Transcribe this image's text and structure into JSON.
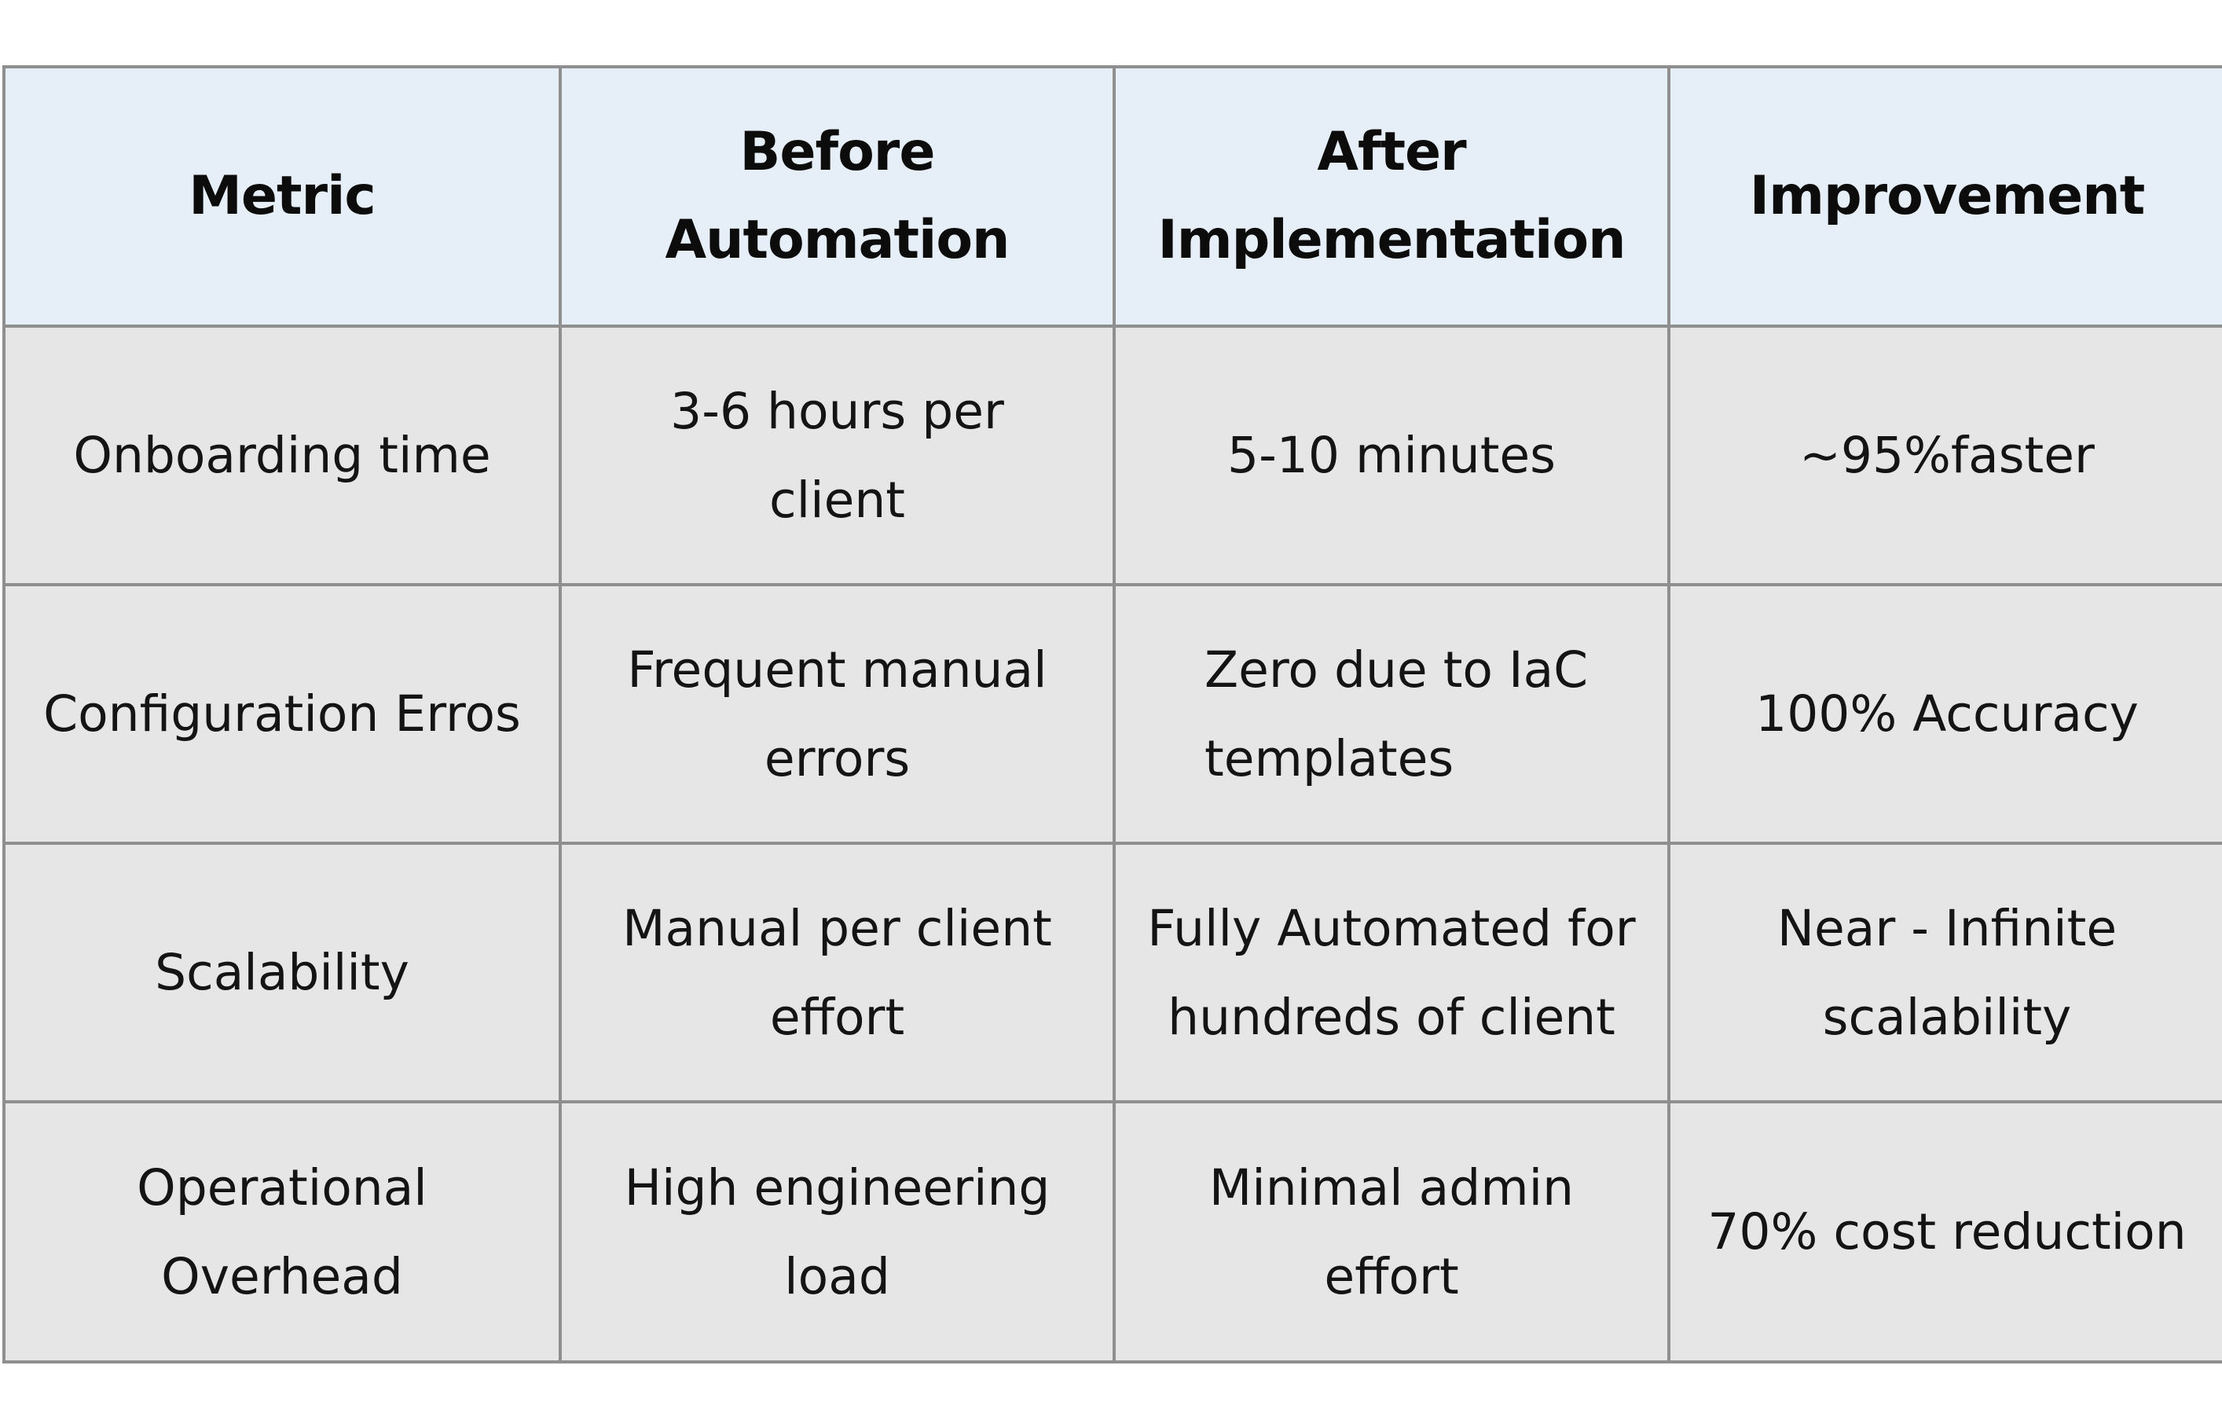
{
  "table": {
    "headers": [
      "Metric",
      "Before Automation",
      "After Implementation",
      "Improvement"
    ],
    "rows": [
      [
        "Onboarding time",
        "3-6 hours per client",
        "5-10 minutes",
        "~95%faster"
      ],
      [
        "Configuration Erros",
        "Frequent manual errors",
        "Zero due to IaC templates",
        "100% Accuracy"
      ],
      [
        "Scalability",
        "Manual per client effort",
        "Fully Automated for hundreds of client",
        "Near - Infinite scalability"
      ],
      [
        "Operational Overhead",
        "High engineering load",
        "Minimal admin effort",
        "70% cost reduction"
      ]
    ]
  }
}
